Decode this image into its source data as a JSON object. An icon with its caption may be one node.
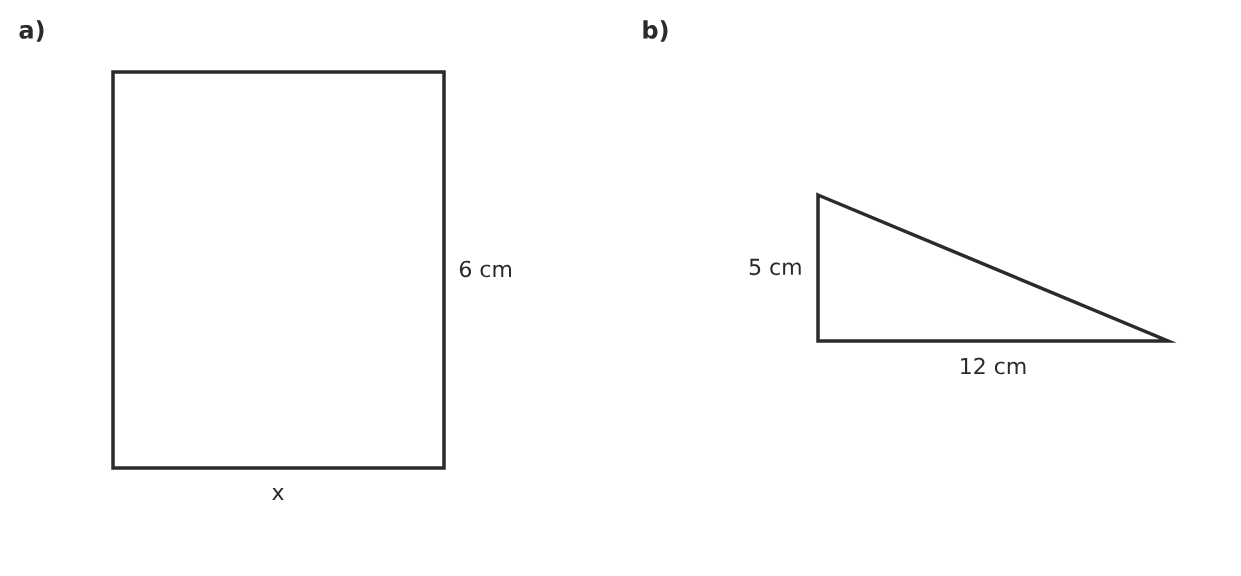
{
  "diagram": {
    "labels": [
      "a)",
      "b)",
      "6 cm",
      "x",
      "5 cm",
      "12 cm"
    ]
  }
}
